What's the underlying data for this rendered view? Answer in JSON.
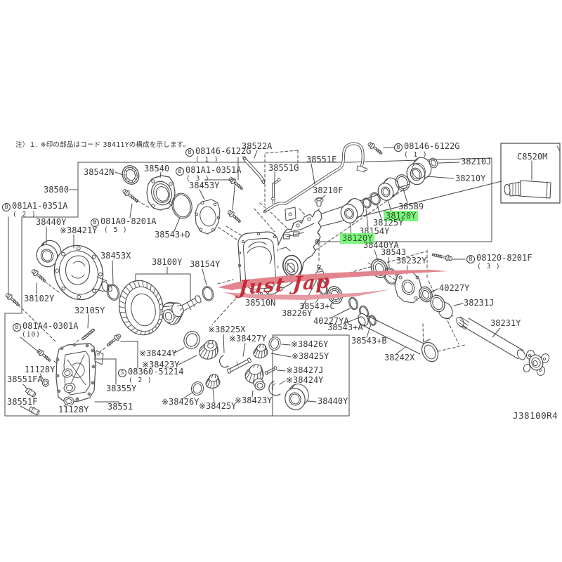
{
  "title": "Differential assembly parts diagram",
  "note": "注）１. ※印の部品はコード 38411Yの構成を示します。",
  "watermark": "Just Jap",
  "doc_number": "J38100R4",
  "colors": {
    "highlight": "#7cf67c",
    "line": "#4a4a4a",
    "watermark_red": "#c2242c",
    "watermark_pink": "#e89098",
    "background": "#ffffff",
    "text": "#3a3a3a"
  },
  "highlighted_parts": [
    "38120Y"
  ],
  "labels": [
    {
      "id": "38522a",
      "text": "38522A"
    },
    {
      "id": "08146-6122g-1",
      "text": "08146-6122G",
      "prefix": "B",
      "qty": "( 1 )"
    },
    {
      "id": "38551e",
      "text": "38551E"
    },
    {
      "id": "08146-6122g-2",
      "text": "08146-6122G",
      "prefix": "B",
      "qty": "( 1 )"
    },
    {
      "id": "c8520m",
      "text": "C8520M"
    },
    {
      "id": "38210j",
      "text": "38210J"
    },
    {
      "id": "38540",
      "text": "38540"
    },
    {
      "id": "38542n",
      "text": "38542N"
    },
    {
      "id": "081a1-0351a-3",
      "text": "081A1-0351A",
      "prefix": "B",
      "qty": "( 3 )"
    },
    {
      "id": "38210y",
      "text": "38210Y"
    },
    {
      "id": "38453y",
      "text": "38453Y"
    },
    {
      "id": "38500",
      "text": "38500"
    },
    {
      "id": "38551g",
      "text": "38551G"
    },
    {
      "id": "38210f",
      "text": "38210F"
    },
    {
      "id": "081a1-0351a-2",
      "text": "081A1-0351A",
      "prefix": "B",
      "qty": "( 2 )"
    },
    {
      "id": "081a0-8201a-5",
      "text": "081A0-8201A",
      "prefix": "B",
      "qty": "( 5 )"
    },
    {
      "id": "38440y-1",
      "text": "38440Y"
    },
    {
      "id": "38421y",
      "text": "※38421Y"
    },
    {
      "id": "38543d",
      "text": "38543+D"
    },
    {
      "id": "38589",
      "text": "38589"
    },
    {
      "id": "38120y-1",
      "text": "38120Y",
      "hl": true
    },
    {
      "id": "38125y",
      "text": "38125Y"
    },
    {
      "id": "38154y-1",
      "text": "38154Y"
    },
    {
      "id": "38120y-2",
      "text": "38120Y",
      "hl": true
    },
    {
      "id": "38440ya",
      "text": "38440YA"
    },
    {
      "id": "38543",
      "text": "38543"
    },
    {
      "id": "38232y",
      "text": "38232Y"
    },
    {
      "id": "08120-8201f-3",
      "text": "08120-8201F",
      "prefix": "B",
      "qty": "( 3 )"
    },
    {
      "id": "38453x",
      "text": "38453X"
    },
    {
      "id": "38100y",
      "text": "38100Y"
    },
    {
      "id": "38154y-2",
      "text": "38154Y"
    },
    {
      "id": "40227y-1",
      "text": "40227Y"
    },
    {
      "id": "38102y",
      "text": "38102Y"
    },
    {
      "id": "38510n",
      "text": "38510N"
    },
    {
      "id": "38231j",
      "text": "38231J"
    },
    {
      "id": "38543c",
      "text": "38543+C"
    },
    {
      "id": "32105y",
      "text": "32105Y"
    },
    {
      "id": "38226y",
      "text": "38226Y"
    },
    {
      "id": "40227ya",
      "text": "40227YA"
    },
    {
      "id": "38231y",
      "text": "38231Y"
    },
    {
      "id": "081a4-0301a-10",
      "text": "081A4-0301A",
      "prefix": "B",
      "qty": "(10)"
    },
    {
      "id": "38543a",
      "text": "38543+A"
    },
    {
      "id": "38225x",
      "text": "※38225X"
    },
    {
      "id": "38427y",
      "text": "※38427Y"
    },
    {
      "id": "38543b",
      "text": "38543+B"
    },
    {
      "id": "38426y-2",
      "text": "※38426Y"
    },
    {
      "id": "38424y-1",
      "text": "※38424Y"
    },
    {
      "id": "38425y-2",
      "text": "※38425Y"
    },
    {
      "id": "38242x",
      "text": "38242X"
    },
    {
      "id": "38423y-1",
      "text": "※38423Y"
    },
    {
      "id": "11128y-1",
      "text": "11128Y"
    },
    {
      "id": "08360-51214-2",
      "text": "08360-51214",
      "prefix": "S",
      "qty": "( 2 )"
    },
    {
      "id": "38427j",
      "text": "※38427J"
    },
    {
      "id": "38551fa",
      "text": "38551FA"
    },
    {
      "id": "38424y-2",
      "text": "※38424Y"
    },
    {
      "id": "38355y",
      "text": "38355Y"
    },
    {
      "id": "38440y-3",
      "text": "38440Y"
    },
    {
      "id": "38426y-1",
      "text": "※38426Y"
    },
    {
      "id": "38551f",
      "text": "38551F"
    },
    {
      "id": "38423y-2",
      "text": "※38423Y"
    },
    {
      "id": "38425y-1",
      "text": "※38425Y"
    },
    {
      "id": "38551",
      "text": "38551"
    },
    {
      "id": "11128y-2",
      "text": "11128Y"
    }
  ]
}
